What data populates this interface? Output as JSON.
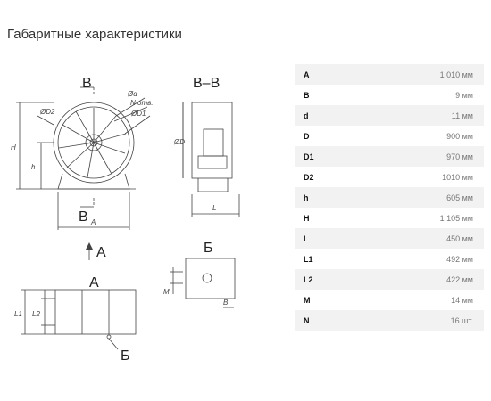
{
  "title": "Габаритные характеристики",
  "drawing": {
    "labels": {
      "section_b_top": "В",
      "section_b_bottom": "В",
      "section_bb": "В–В",
      "view_a_arrow": "А",
      "view_a": "А",
      "view_b_top": "Б",
      "view_b_callout": "Б",
      "phi_d": "Ød",
      "n_holes": "N отв.",
      "phi_d2": "ØD2",
      "phi_d_big": "ØD",
      "phi_d1": "ØD1",
      "dim_h_big": "H",
      "dim_h": "h",
      "dim_a": "A",
      "dim_l": "L",
      "dim_l1": "L1",
      "dim_l2": "L2",
      "dim_m": "M",
      "dim_b": "B"
    }
  },
  "specs": [
    {
      "key": "A",
      "value": "1 010 мм"
    },
    {
      "key": "B",
      "value": "9 мм"
    },
    {
      "key": "d",
      "value": "11 мм"
    },
    {
      "key": "D",
      "value": "900 мм"
    },
    {
      "key": "D1",
      "value": "970 мм"
    },
    {
      "key": "D2",
      "value": "1010 мм"
    },
    {
      "key": "h",
      "value": "605 мм"
    },
    {
      "key": "H",
      "value": "1 105 мм"
    },
    {
      "key": "L",
      "value": "450 мм"
    },
    {
      "key": "L1",
      "value": "492 мм"
    },
    {
      "key": "L2",
      "value": "422 мм"
    },
    {
      "key": "M",
      "value": "14 мм"
    },
    {
      "key": "N",
      "value": "16 шт."
    }
  ]
}
